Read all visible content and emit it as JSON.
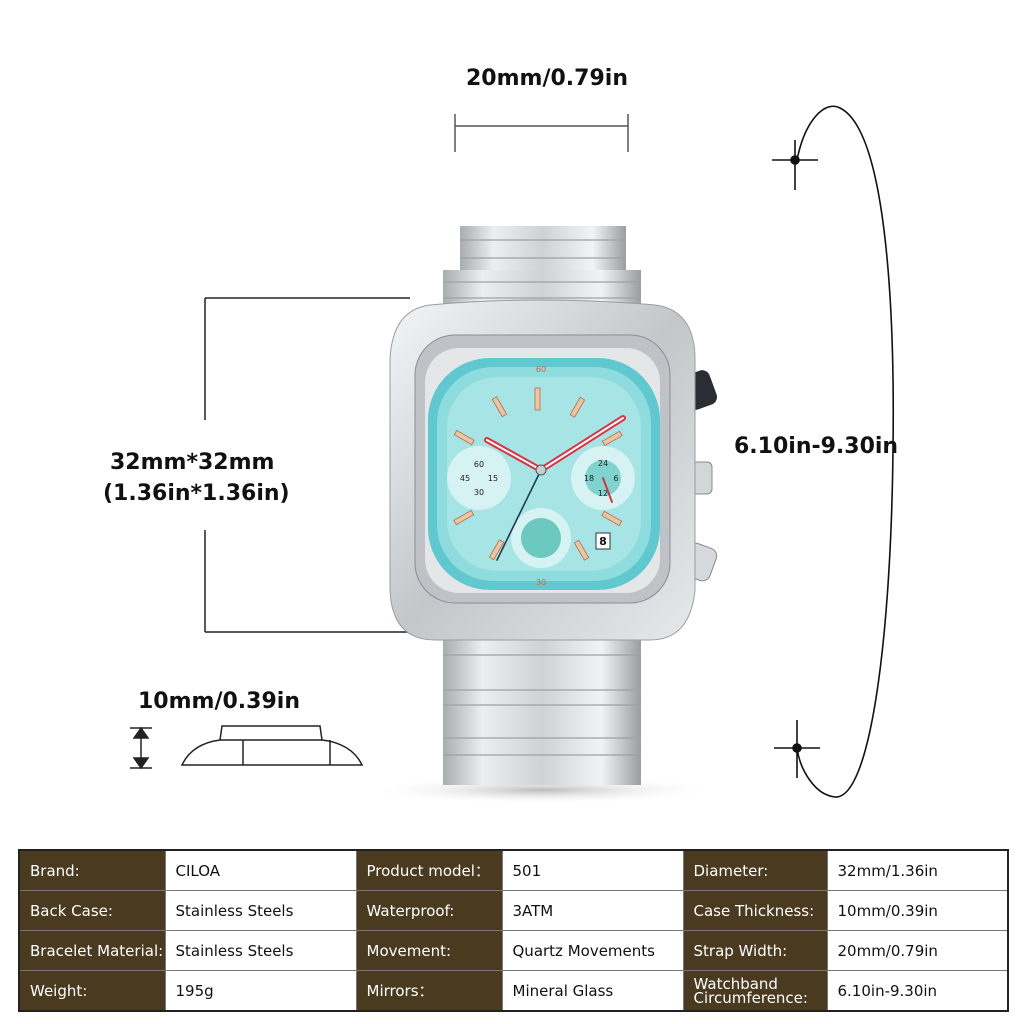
{
  "dimensions": {
    "strap_width": "20mm/0.79in",
    "case_size": "32mm*32mm",
    "case_size_in": "(1.36in*1.36in)",
    "circumference": "6.10in-9.30in",
    "thickness": "10mm/0.39in"
  },
  "dial": {
    "left_subdial": [
      "60",
      "15",
      "30",
      "45"
    ],
    "right_subdial": [
      "24",
      "6",
      "12",
      "18"
    ],
    "date": "8",
    "bezel_top": "60",
    "bezel_bottom": "30"
  },
  "colors": {
    "dial": "#8fdcdf",
    "accent": "#e8593a",
    "table_header": "#4a3a20"
  },
  "specs": [
    [
      {
        "label": "Brand:",
        "value": "CILOA"
      },
      {
        "label": "Product model：",
        "value": "501"
      },
      {
        "label": "Diameter:",
        "value": "32mm/1.36in"
      }
    ],
    [
      {
        "label": "Back Case:",
        "value": "Stainless Steels"
      },
      {
        "label": "Waterproof:",
        "value": "3ATM"
      },
      {
        "label": "Case Thickness:",
        "value": "10mm/0.39in"
      }
    ],
    [
      {
        "label": "Bracelet Material:",
        "value": "Stainless Steels"
      },
      {
        "label": "Movement:",
        "value": "Quartz Movements"
      },
      {
        "label": "Strap Width:",
        "value": "20mm/0.79in"
      }
    ],
    [
      {
        "label": "Weight:",
        "value": "195g"
      },
      {
        "label": "Mirrors：",
        "value": "Mineral Glass"
      },
      {
        "label": "Watchband Circumference:",
        "value": "6.10in-9.30in"
      }
    ]
  ]
}
